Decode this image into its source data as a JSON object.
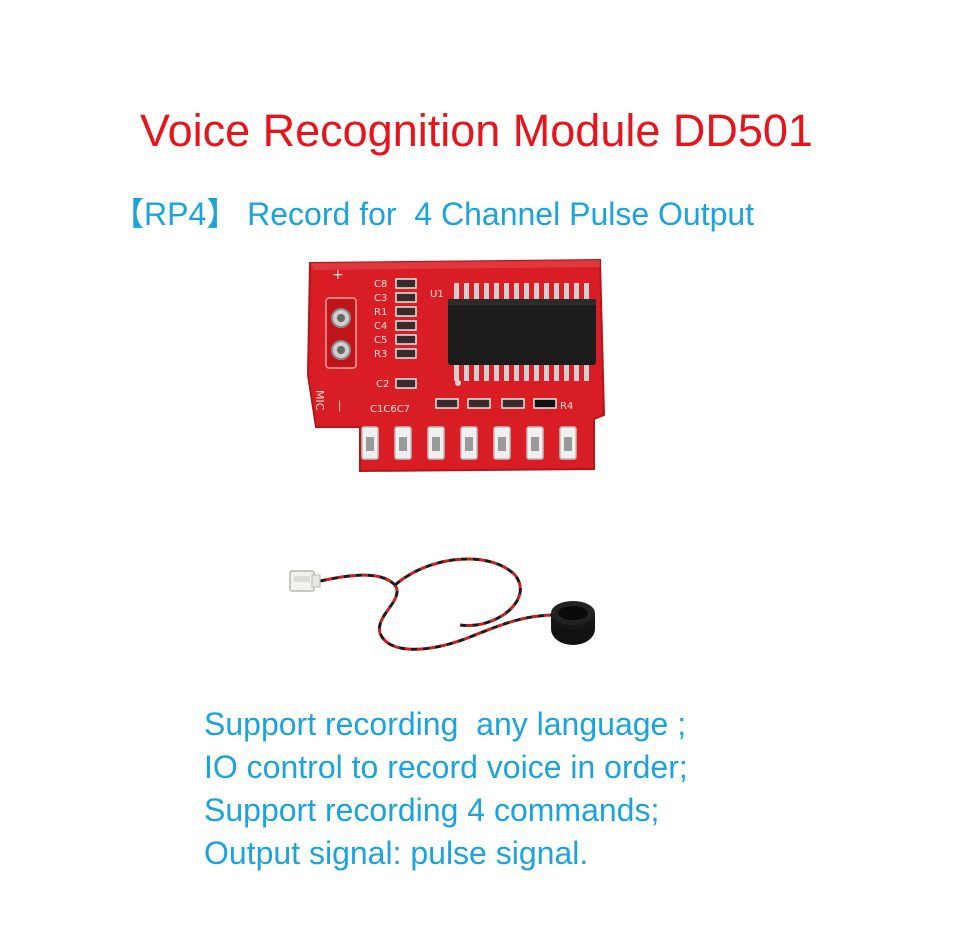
{
  "title": "Voice Recognition Module DD501",
  "subtitle": "【RP4】 Record for  4 Channel Pulse Output",
  "module_image": {
    "icon": "pcb-module-icon",
    "silkscreen": {
      "plus": "+",
      "minus": "—",
      "mic": "MIC",
      "chip": "U1",
      "left_labels": [
        "C8",
        "C3",
        "R1",
        "C4",
        "C5",
        "R3"
      ],
      "c2": "C2",
      "bottom_left": "C1C6C7",
      "r4": "R4"
    },
    "colors": {
      "board": "#d81e24",
      "chip": "#1c1c1c",
      "pad": "#d9d9d9"
    }
  },
  "microphone_image": {
    "icon": "microphone-cable-icon",
    "colors": {
      "wire_red": "#cc1d1d",
      "wire_black": "#1a1a1a",
      "capsule": "#111111",
      "connector": "#f1f1ee"
    }
  },
  "features": [
    "Support recording  any language ;",
    "IO control to record voice in order;",
    "Support recording 4 commands;",
    "Output signal: pulse signal."
  ],
  "colors": {
    "title": "#e8141b",
    "text": "#1aa3dd"
  }
}
